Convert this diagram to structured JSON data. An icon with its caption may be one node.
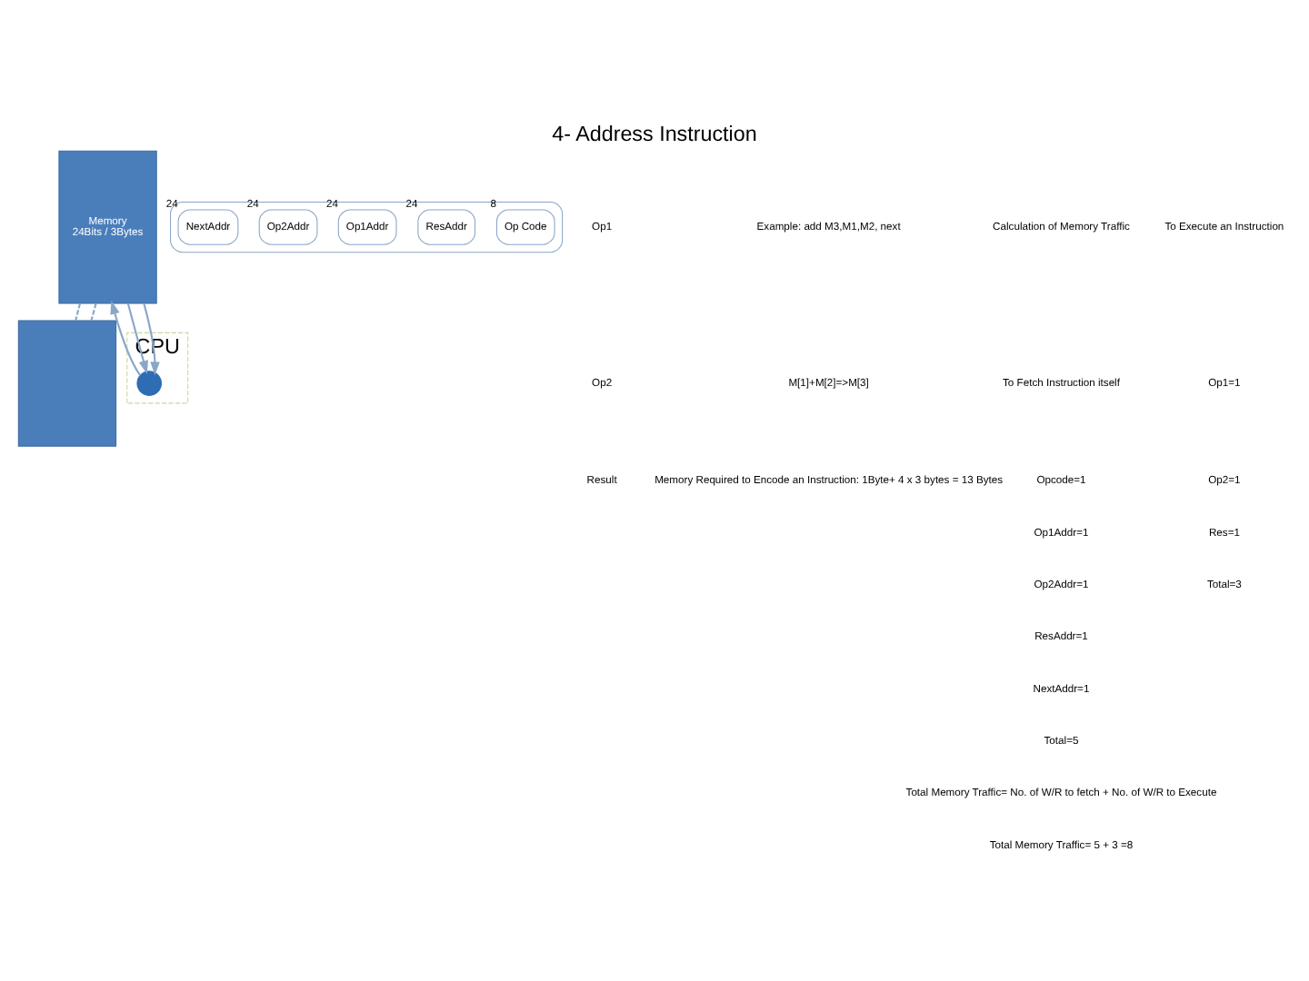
{
  "diagram": {
    "title": "4- Address Instruction",
    "nodes": [
      {
        "text": [
          "Memory",
          "24Bits / 3Bytes"
        ]
      },
      {
        "text": [],
        "shape": "bar"
      },
      {
        "text": [
          "CPU"
        ]
      },
      {
        "text": [],
        "shape": "circle",
        "in": 2
      },
      {
        "text": [],
        "shape": "box"
      },
      {
        "text": [
          "Op Code"
        ],
        "in": 4,
        "beside": [
          "8"
        ]
      },
      {
        "text": [
          "ResAddr"
        ],
        "in": 4,
        "beside": [
          "24"
        ]
      },
      {
        "text": [
          "Op1Addr"
        ],
        "in": 4,
        "beside": [
          "24"
        ]
      },
      {
        "text": [
          "Op2Addr"
        ],
        "in": 4,
        "beside": [
          "24"
        ]
      },
      {
        "text": [
          "NextAddr"
        ],
        "in": 4,
        "beside": [
          "24"
        ]
      }
    ],
    "edges": [
      {
        "from": 0,
        "to": 3,
        "arrow": "to"
      },
      {
        "from": 0,
        "to": 3,
        "arrow": "to"
      },
      {
        "from": 3,
        "to": 0,
        "arrow": "to"
      },
      {
        "from": 0,
        "to": 1,
        "arrow": "none",
        "style": "dashed"
      },
      {
        "from": 0,
        "to": 1,
        "arrow": "none",
        "style": "dashed"
      }
    ],
    "labels": [
      "Op1",
      "Op2",
      "Result",
      "Example: add M3,M1,M2, next",
      "M[1]+M[2]=>M[3]",
      "Memory Required to Encode an Instruction: 1Byte+ 4 x 3 bytes = 13 Bytes",
      "Calculation of Memory Traffic",
      "To Fetch Instruction itself",
      "Opcode=1",
      "Op1Addr=1",
      "Op2Addr=1",
      "ResAddr=1",
      "NextAddr=1",
      "Total=5",
      "To Execute an Instruction",
      "Op1=1",
      "Op2=1",
      "Res=1",
      "Total=3",
      "Total Memory Traffic= No. of W/R to fetch + No. of W/R to Execute",
      "Total Memory Traffic= 5 + 3 =8"
    ]
  }
}
